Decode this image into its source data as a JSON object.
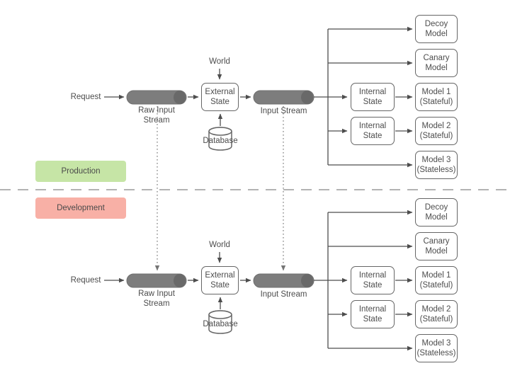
{
  "zones": {
    "production": {
      "label": "Production",
      "bg": "#c6e5a6"
    },
    "development": {
      "label": "Development",
      "bg": "#f8b0a6"
    }
  },
  "colors": {
    "box_border": "#666666",
    "text": "#4d4d4d",
    "pipe_fill": "#7d7d7d",
    "pipe_cap": "#696969",
    "arrow": "#4d4d4d",
    "dotted_line": "#8c8c8c",
    "divider": "#b3b3b3",
    "background": "#ffffff"
  },
  "halves": [
    {
      "zone": "Production",
      "request": "Request",
      "raw_input_stream": "Raw Input\nStream",
      "world": "World",
      "external_state": "External\nState",
      "database": "Database",
      "input_stream": "Input Stream",
      "internal_states": [
        "Internal\nState",
        "Internal\nState"
      ],
      "models": [
        "Decoy\nModel",
        "Canary\nModel",
        "Model 1\n(Stateful)",
        "Model 2\n(Stateful)",
        "Model 3\n(Stateless)"
      ]
    },
    {
      "zone": "Development",
      "request": "Request",
      "raw_input_stream": "Raw Input\nStream",
      "world": "World",
      "external_state": "External\nState",
      "database": "Database",
      "input_stream": "Input Stream",
      "internal_states": [
        "Internal\nState",
        "Internal\nState"
      ],
      "models": [
        "Decoy\nModel",
        "Canary\nModel",
        "Model 1\n(Stateful)",
        "Model 2\n(Stateful)",
        "Model 3\n(Stateless)"
      ]
    }
  ]
}
